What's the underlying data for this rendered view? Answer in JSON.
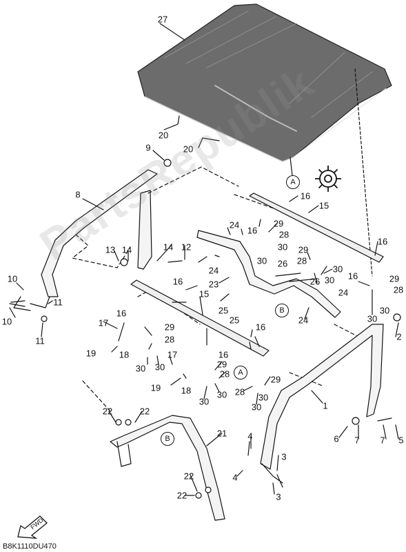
{
  "labels": {
    "p1": "1",
    "p2": "2",
    "p3a": "3",
    "p3b": "3",
    "p4a": "4",
    "p4b": "4",
    "p5": "5",
    "p6": "6",
    "p7a": "7",
    "p7b": "7",
    "p8": "8",
    "p9": "9",
    "p10a": "10",
    "p10b": "10",
    "p11a": "11",
    "p11b": "11",
    "p12": "12",
    "p13": "13",
    "p14a": "14",
    "p14b": "14",
    "p15a": "15",
    "p15b": "15",
    "p16a": "16",
    "p16b": "16",
    "p16c": "16",
    "p16d": "16",
    "p16e": "16",
    "p16f": "16",
    "p17a": "17",
    "p17b": "17",
    "p18a": "18",
    "p18b": "18",
    "p19a": "19",
    "p19b": "19",
    "p20a": "20",
    "p20b": "20",
    "p21": "21",
    "p22a": "22",
    "p22b": "22",
    "p22c": "22",
    "p22d": "22",
    "p23": "23",
    "p24a": "24",
    "p24b": "24",
    "p24c": "24",
    "p24d": "24",
    "p25a": "25",
    "p25b": "25",
    "p26a": "26",
    "p26b": "26",
    "p27": "27",
    "p28a": "28",
    "p28b": "28",
    "p28c": "28",
    "p28d": "28",
    "p28e": "28",
    "p28f": "28",
    "p29a": "29",
    "p29b": "29",
    "p29c": "29",
    "p29d": "29",
    "p29e": "29",
    "p29f": "29",
    "p30a": "30",
    "p30b": "30",
    "p30c": "30",
    "p30d": "30",
    "p30e": "30",
    "p30f": "30",
    "p30g": "30",
    "p30h": "30",
    "p30i": "30",
    "p30j": "30",
    "p30k": "30",
    "p30l": "30"
  },
  "references": {
    "a1": "A",
    "a2": "A",
    "b1": "B",
    "b2": "B"
  },
  "drawing_code": "B8K1110DU470",
  "fwd_label": "FWD",
  "watermark": "PartsRepublik",
  "icons": {
    "gear": "gear-icon",
    "fwd": "fwd-arrow-icon"
  },
  "colors": {
    "line": "#111111",
    "roof_fill": "#6f6f6f",
    "watermark": "#969696"
  }
}
